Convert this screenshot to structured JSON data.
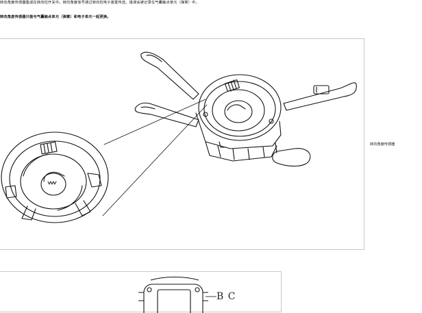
{
  "document": {
    "line1": "转向角度传感器集成在转向柱开关中。转向角度信号通过转向柱电子装置传送。错误会被记录在气囊触点单元（弹簧）中。",
    "line2": "转向角度传感器只能与气囊触点单元（弹簧）和电子单元一起更换。",
    "figure1_caption": "转向角度传感器",
    "figure2_callout": "B C"
  }
}
